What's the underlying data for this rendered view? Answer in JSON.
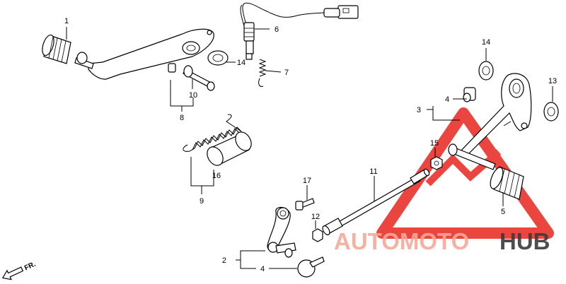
{
  "callouts": {
    "c1": "1",
    "c2": "2",
    "c3": "3",
    "c4a": "4",
    "c4b": "4",
    "c5": "5",
    "c6": "6",
    "c7": "7",
    "c8": "8",
    "c9": "9",
    "c10": "10",
    "c11": "11",
    "c12": "12",
    "c13": "13",
    "c14a": "14",
    "c14b": "14",
    "c15": "15",
    "c16": "16",
    "c17": "17"
  },
  "direction_label": "FR.",
  "watermark": {
    "part1": "AUTOMOTO",
    "part2": "HUB",
    "color_accent": "#e8251f",
    "color_dark": "#3a3a3a",
    "color_fade": "#f4a999"
  }
}
